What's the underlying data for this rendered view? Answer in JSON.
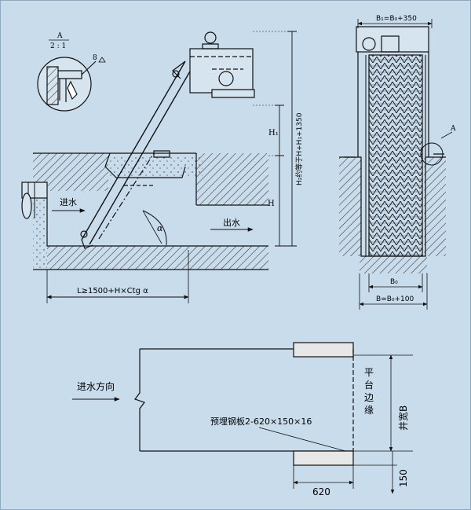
{
  "labels": {
    "detail_top": "A",
    "detail_bottom": "2 : 1",
    "weld_size": "8",
    "inlet_side": "进水",
    "outlet_side": "出水",
    "h1_label": "H₁",
    "h_label": "H",
    "total_height": "H₂约等于H+H₁+1350",
    "length_formula": "L≥1500+H×Ctg α",
    "angle": "α",
    "front_top_width": "B₁=B₀+350",
    "front_bottom_width": "B=B₀+100",
    "front_inner_width": "B₀",
    "section_marker": "A",
    "plan_direction": "进水方向",
    "platform_edge": "平台边缘",
    "well_width": "井宽B",
    "embedded_plate": "预埋钢板2-620×150×16",
    "plate_length": "620",
    "plate_width": "150"
  },
  "colors": {
    "background": "#c9dcec",
    "line": "#111111",
    "hatch": "#333333",
    "plate": "#e7e7e7"
  }
}
